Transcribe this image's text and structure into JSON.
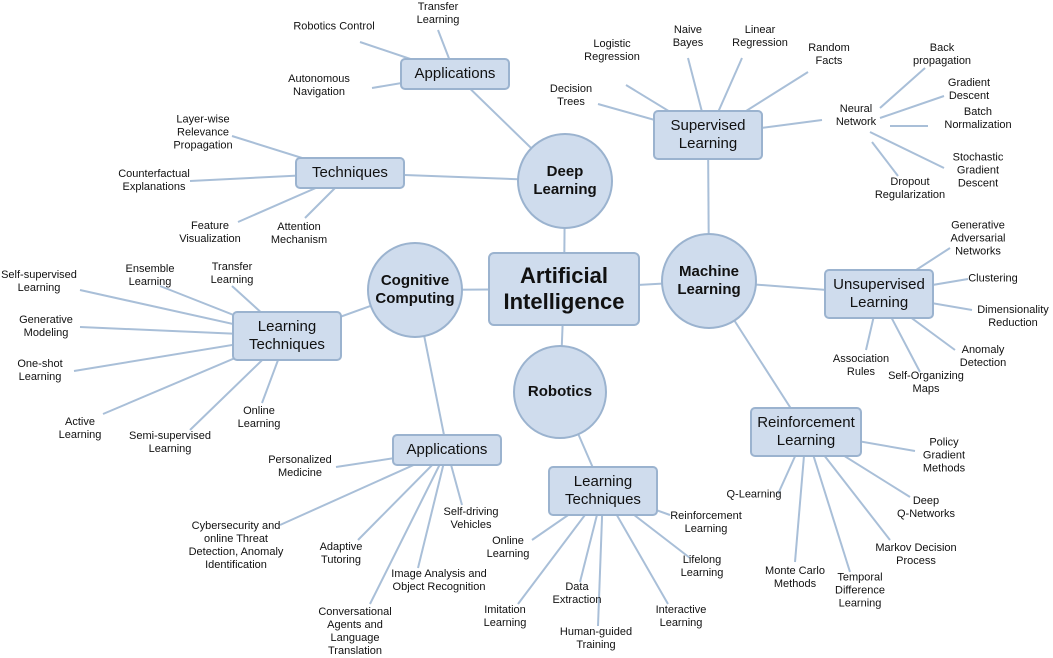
{
  "colors": {
    "node_fill": "#cfdced",
    "node_border": "#9bb3cf",
    "edge": "#a9bfd8",
    "text": "#111111",
    "background": "#ffffff"
  },
  "root": {
    "label": "Artificial\nIntelligence"
  },
  "hubs": {
    "deep_learning": "Deep\nLearning",
    "machine_learning": "Machine\nLearning",
    "cognitive_computing": "Cognitive\nComputing",
    "robotics": "Robotics"
  },
  "categories": {
    "dl_applications": "Applications",
    "dl_techniques": "Techniques",
    "ml_supervised": "Supervised\nLearning",
    "ml_unsupervised": "Unsupervised\nLearning",
    "ml_reinforcement": "Reinforcement\nLearning",
    "cc_learning_techniques": "Learning\nTechniques",
    "cc_applications": "Applications",
    "rob_learning_techniques": "Learning\nTechniques"
  },
  "leaves": {
    "dl_app_transfer": "Transfer\nLearning",
    "dl_app_robotics_control": "Robotics Control",
    "dl_app_autonomous_nav": "Autonomous\nNavigation",
    "dl_tech_layerwise": "Layer-wise\nRelevance\nPropagation",
    "dl_tech_counterfactual": "Counterfactual\nExplanations",
    "dl_tech_feature_vis": "Feature\nVisualization",
    "dl_tech_attention": "Attention\nMechanism",
    "sl_logistic": "Logistic\nRegression",
    "sl_naive_bayes": "Naive\nBayes",
    "sl_linear": "Linear\nRegression",
    "sl_random_facts": "Random\nFacts",
    "sl_decision_trees": "Decision\nTrees",
    "sl_neural_network": "Neural\nNetwork",
    "nn_backprop": "Back\npropagation",
    "nn_gradient_descent": "Gradient\nDescent",
    "nn_batch_norm": "Batch Normalization",
    "nn_sgd": "Stochastic\nGradient\nDescent",
    "nn_dropout": "Dropout\nRegularization",
    "ul_gan": "Generative\nAdversarial\nNetworks",
    "ul_clustering": "Clustering",
    "ul_dim_reduction": "Dimensionality\nReduction",
    "ul_anomaly": "Anomaly\nDetection",
    "ul_som": "Self-Organizing\nMaps",
    "ul_association": "Association\nRules",
    "rl_policy_gradient": "Policy\nGradient\nMethods",
    "rl_q_learning": "Q-Learning",
    "rl_deep_q": "Deep\nQ-Networks",
    "rl_markov": "Markov Decision\nProcess",
    "rl_monte_carlo": "Monte Carlo\nMethods",
    "rl_td": "Temporal\nDifference\nLearning",
    "cclt_self_supervised": "Self-supervised\nLearning",
    "cclt_ensemble": "Ensemble\nLearning",
    "cclt_transfer": "Transfer\nLearning",
    "cclt_generative": "Generative\nModeling",
    "cclt_one_shot": "One-shot\nLearning",
    "cclt_active": "Active\nLearning",
    "cclt_semi_supervised": "Semi-supervised\nLearning",
    "cclt_online": "Online\nLearning",
    "ccapp_personalized": "Personalized\nMedicine",
    "ccapp_cybersecurity": "Cybersecurity and\nonline Threat\nDetection, Anomaly\nIdentification",
    "ccapp_adaptive": "Adaptive\nTutoring",
    "ccapp_image": "Image Analysis and\nObject Recognition",
    "ccapp_self_driving": "Self-driving\nVehicles",
    "ccapp_conversational": "Conversational\nAgents and\nLanguage\nTranslation",
    "roblt_online": "Online\nLearning",
    "roblt_reinforcement": "Reinforcement\nLearning",
    "roblt_lifelong": "Lifelong\nLearning",
    "roblt_data_extraction": "Data\nExtraction",
    "roblt_imitation": "Imitation\nLearning",
    "roblt_human_guided": "Human-guided\nTraining",
    "roblt_interactive": "Interactive\nLearning"
  }
}
